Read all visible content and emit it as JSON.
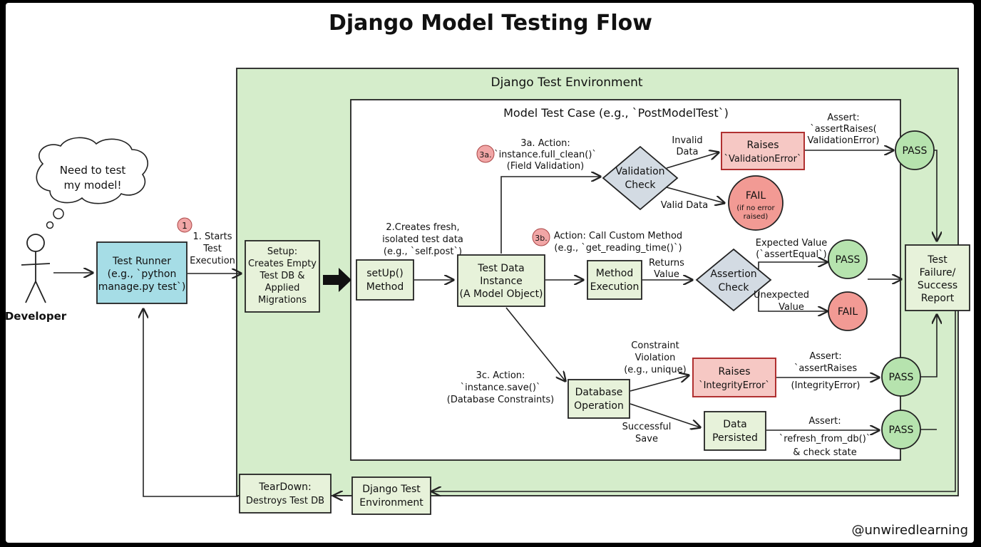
{
  "title": "Django Model Testing Flow",
  "colors": {
    "page_bg": "#FFFFFF",
    "environment_bg": "#D5EDCB",
    "box_green": "#E7F2DA",
    "box_blue": "#A6DDE6",
    "box_red": "#F6C8C4",
    "diamond": "#D3DBE3",
    "pass": "#B6E3AE",
    "fail": "#F29A94",
    "step_badge": "#F1A6A6"
  },
  "developer": {
    "thought": [
      "Need to test",
      "my model!"
    ],
    "label": "Developer"
  },
  "step1": {
    "badge": "1",
    "label": [
      "1. Starts",
      "Test",
      "Execution"
    ]
  },
  "test_runner": [
    "Test Runner",
    "(e.g., `python",
    "manage.py test`)"
  ],
  "environment": {
    "label": "Django Test Environment"
  },
  "setup": [
    "Setup:",
    "Creates Empty",
    "Test DB &",
    "Applied",
    "Migrations"
  ],
  "test_case": {
    "label": "Model Test Case (e.g., `PostModelTest`)"
  },
  "setup_method": [
    "setUp()",
    "Method"
  ],
  "step2": [
    "2.Creates fresh,",
    "isolated test data",
    "(e.g., `self.post`)"
  ],
  "test_data": [
    "Test Data",
    "Instance",
    "(A Model Object)"
  ],
  "step3a": {
    "badge": "3a.",
    "label": [
      "3a. Action:",
      "`instance.full_clean()`",
      "(Field Validation)"
    ]
  },
  "validation_check": [
    "Validation",
    "Check"
  ],
  "invalid_data": [
    "Invalid",
    "Data"
  ],
  "valid_data": "Valid Data",
  "raises_validation": [
    "Raises",
    "`ValidationError`"
  ],
  "assert_raises_1": [
    "Assert:",
    "`assertRaises(",
    "ValidationError)"
  ],
  "fail_no_error": [
    "FAIL",
    "(if no error",
    "raised)"
  ],
  "step3b": {
    "badge": "3b.",
    "label": [
      "Action: Call Custom Method",
      "(e.g., `get_reading_time()`)"
    ]
  },
  "method_execution": [
    "Method",
    "Execution"
  ],
  "returns_value": [
    "Returns",
    "Value"
  ],
  "assertion_check": [
    "Assertion",
    "Check"
  ],
  "expected_value": [
    "Expected Value",
    "(`assertEqual`)"
  ],
  "unexpected_value": [
    "Unexpected",
    "Value"
  ],
  "step3c": [
    "3c. Action:",
    "`instance.save()`",
    "(Database Constraints)"
  ],
  "database_operation": [
    "Database",
    "Operation"
  ],
  "constraint_violation": [
    "Constraint",
    "Violation",
    "(e.g., unique)"
  ],
  "raises_integrity": [
    "Raises",
    "`IntegrityError`"
  ],
  "assert_raises_2": [
    "Assert:",
    "`assertRaises",
    "(IntegrityError)"
  ],
  "successful_save": [
    "Successful",
    "Save"
  ],
  "data_persisted": [
    "Data",
    "Persisted"
  ],
  "assert_refresh": [
    "Assert:",
    "`refresh_from_db()`",
    "& check state"
  ],
  "pass_label": "PASS",
  "fail_label": "FAIL",
  "report": [
    "Test",
    "Failure/",
    "Success",
    "Report"
  ],
  "env_return": [
    "Django Test",
    "Environment"
  ],
  "teardown": [
    "TearDown:",
    "Destroys Test DB"
  ],
  "watermark": "@unwiredlearning"
}
